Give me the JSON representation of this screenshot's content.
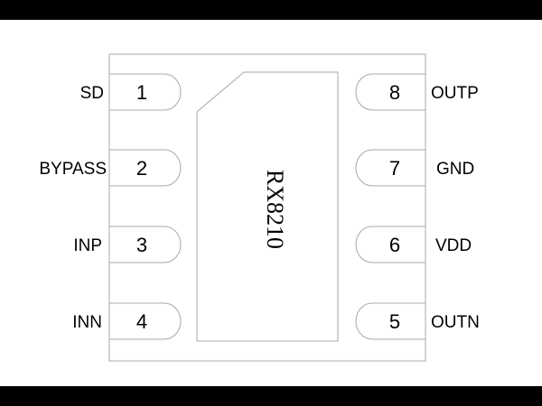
{
  "chip": {
    "part_number": "RX8210"
  },
  "pins": {
    "left": [
      {
        "number": "1",
        "name": "SD"
      },
      {
        "number": "2",
        "name": "BYPASS"
      },
      {
        "number": "3",
        "name": "INP"
      },
      {
        "number": "4",
        "name": "INN"
      }
    ],
    "right": [
      {
        "number": "8",
        "name": "OUTP"
      },
      {
        "number": "7",
        "name": "GND"
      },
      {
        "number": "6",
        "name": "VDD"
      },
      {
        "number": "5",
        "name": "OUTN"
      }
    ]
  }
}
